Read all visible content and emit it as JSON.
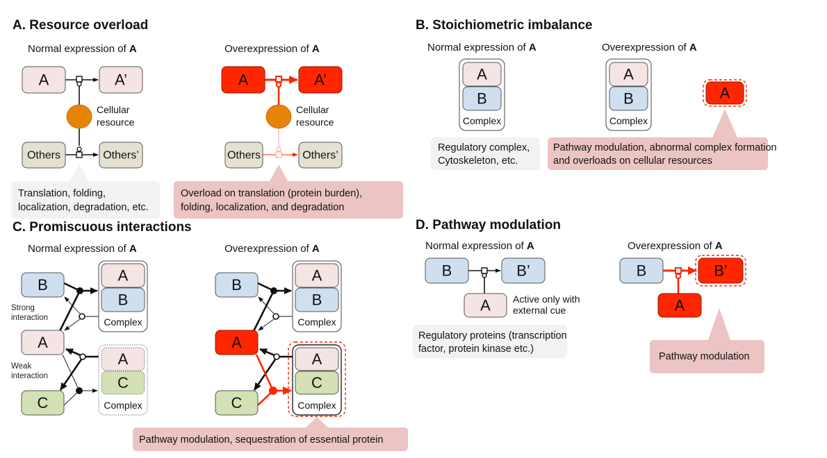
{
  "colors": {
    "protein_a": "#f5e4e4",
    "protein_b": "#cfdff0",
    "protein_c": "#d3e1b4",
    "others": "#e4e1d2",
    "overexpressed": "#ff2600",
    "resource": "#e8830a",
    "callout_neutral": "#f2f2f2",
    "callout_alert": "#ecc4c4",
    "edge": "#111111",
    "edge_alert": "#ff2600"
  },
  "panels": {
    "a": {
      "title": "A. Resource overload",
      "normal": {
        "subtitle_prefix": "Normal expression of ",
        "subtitle_bold": "A",
        "node_a": "A",
        "node_a_prime": "A’",
        "resource_label_1": "Cellular",
        "resource_label_2": "resource",
        "node_others": "Others",
        "node_others_prime": "Others’",
        "callout_line_1": "Translation, folding,",
        "callout_line_2": "localization, degradation, etc."
      },
      "over": {
        "subtitle_prefix": "Overexpression of ",
        "subtitle_bold": "A",
        "node_a": "A",
        "node_a_prime": "A’",
        "resource_label_1": "Cellular",
        "resource_label_2": "resource",
        "node_others": "Others",
        "node_others_prime": "Others’",
        "callout_line_1": "Overload on translation (protein burden),",
        "callout_line_2": "folding, localization, and degradation"
      }
    },
    "b": {
      "title": "B. Stoichiometric imbalance",
      "normal": {
        "subtitle_prefix": "Normal expression of ",
        "subtitle_bold": "A",
        "complex_top": "A",
        "complex_bottom": "B",
        "complex_label": "Complex",
        "callout_line_1": "Regulatory complex,",
        "callout_line_2": "Cytoskeleton, etc."
      },
      "over": {
        "subtitle_prefix": "Overexpression of ",
        "subtitle_bold": "A",
        "complex_top": "A",
        "complex_bottom": "B",
        "complex_label": "Complex",
        "free_node": "A",
        "callout_line_1": "Pathway modulation, abnormal complex formation",
        "callout_line_2": "and overloads on cellular resources"
      }
    },
    "c": {
      "title": "C. Promiscuous interactions",
      "normal": {
        "subtitle_prefix": "Normal expression of ",
        "subtitle_bold": "A",
        "node_b": "B",
        "node_a": "A",
        "node_c": "C",
        "strong_label_1": "Strong",
        "strong_label_2": "interaction",
        "weak_label_1": "Weak",
        "weak_label_2": "interaction",
        "complex1_top": "A",
        "complex1_bottom": "B",
        "complex1_label": "Complex",
        "complex2_top": "A",
        "complex2_bottom": "C",
        "complex2_label": "Complex"
      },
      "over": {
        "subtitle_prefix": "Overexpression of ",
        "subtitle_bold": "A",
        "node_b": "B",
        "node_a": "A",
        "node_c": "C",
        "complex1_top": "A",
        "complex1_bottom": "B",
        "complex1_label": "Complex",
        "complex2_top": "A",
        "complex2_bottom": "C",
        "complex2_label": "Complex",
        "callout": "Pathway modulation, sequestration of essential protein"
      }
    },
    "d": {
      "title": "D. Pathway modulation",
      "normal": {
        "subtitle_prefix": "Normal expression of ",
        "subtitle_bold": "A",
        "node_b": "B",
        "node_b_prime": "B’",
        "node_a": "A",
        "note_1": "Active only with",
        "note_2": "external cue",
        "callout_line_1": "Regulatory proteins (transcription",
        "callout_line_2": "factor, protein kinase etc.)"
      },
      "over": {
        "subtitle_prefix": "Overexpression of ",
        "subtitle_bold": "A",
        "node_b": "B",
        "node_b_prime": "B’",
        "node_a": "A",
        "callout": "Pathway modulation"
      }
    }
  }
}
